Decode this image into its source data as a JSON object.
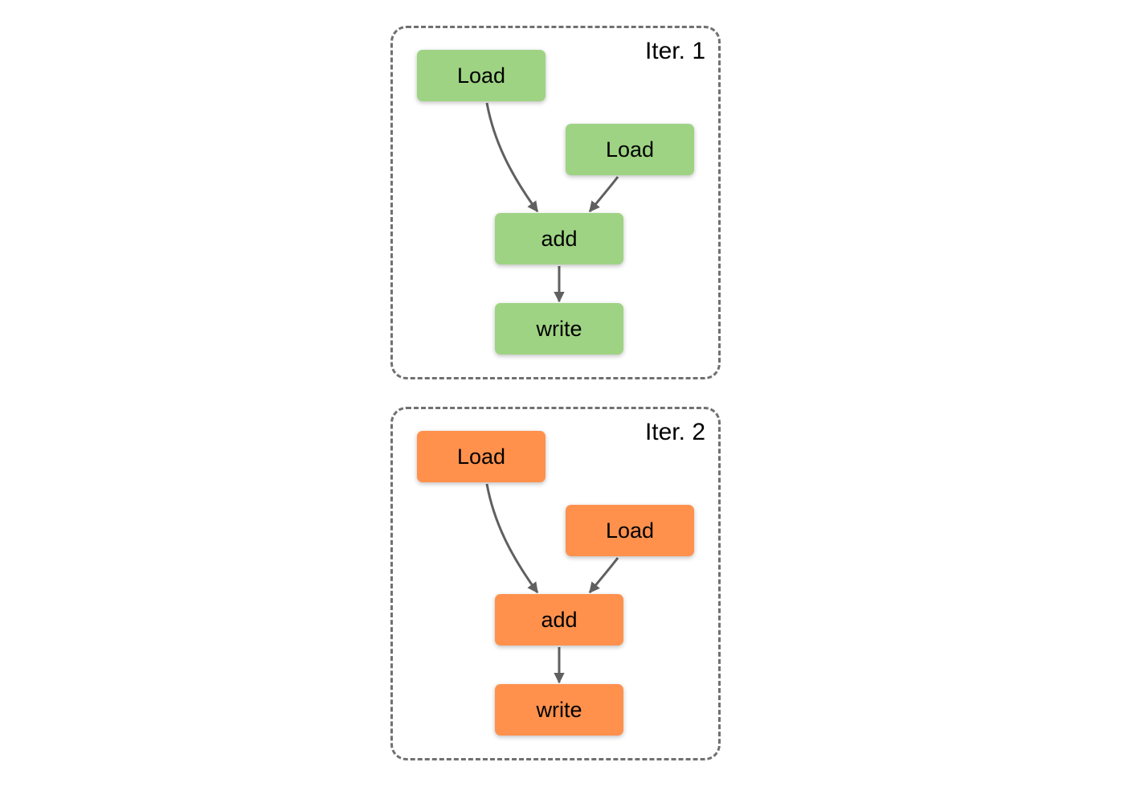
{
  "groups": [
    {
      "label": "Iter. 1",
      "fill_color": "#9ed383",
      "nodes": {
        "load_a": "Load",
        "load_b": "Load",
        "add": "add",
        "write": "write"
      }
    },
    {
      "label": "Iter. 2",
      "fill_color": "#ff914d",
      "nodes": {
        "load_a": "Load",
        "load_b": "Load",
        "add": "add",
        "write": "write"
      }
    }
  ],
  "colors": {
    "border": "#707070",
    "edge": "#606060"
  }
}
